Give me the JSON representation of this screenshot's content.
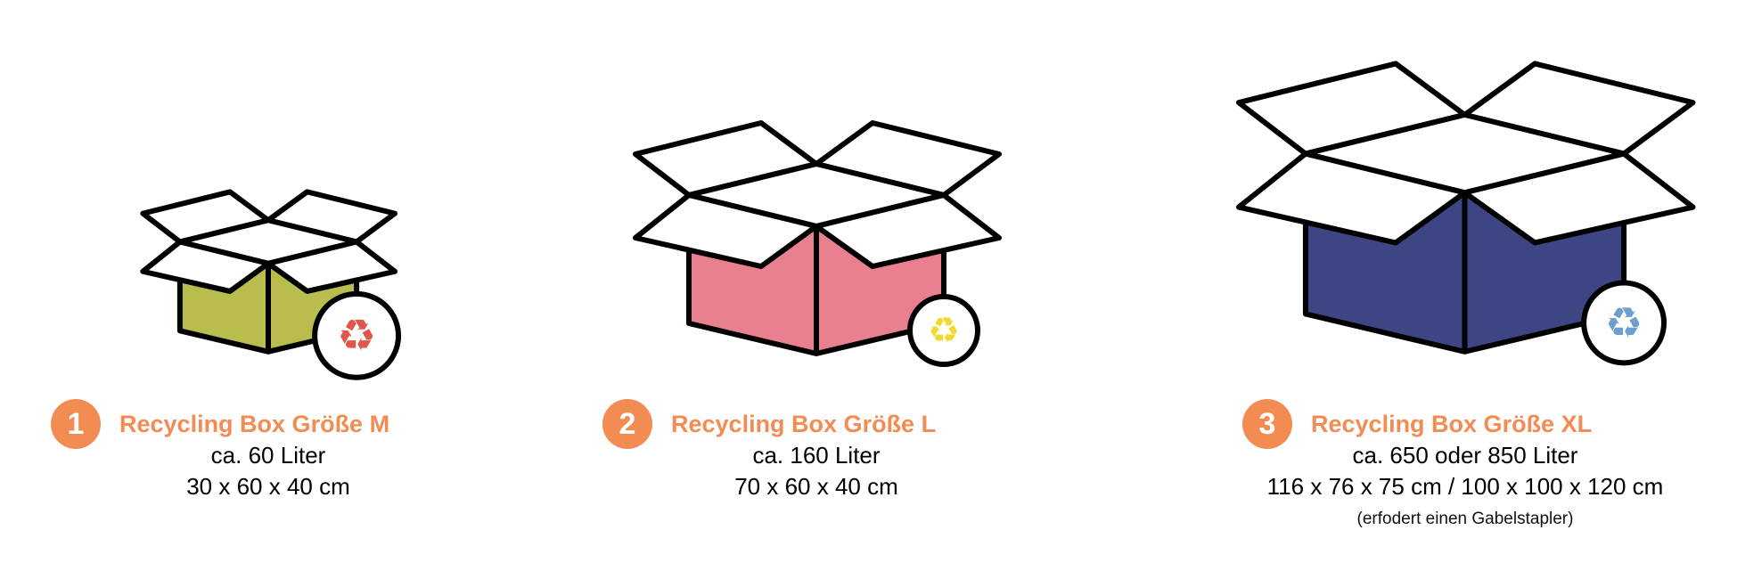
{
  "items": [
    {
      "number": "1",
      "title": "Recycling Box Größe M",
      "volume": "ca. 60 Liter",
      "dimensions": "30 x 60 x 40 cm",
      "box_color": "#B8BD4E",
      "recycle_color": "#E0574A",
      "icon": "recycle-icon"
    },
    {
      "number": "2",
      "title": "Recycling Box Größe L",
      "volume": "ca. 160 Liter",
      "dimensions": "70 x 60 x 40 cm",
      "box_color": "#E8808F",
      "recycle_color": "#F2D930",
      "icon": "recycle-icon"
    },
    {
      "number": "3",
      "title": "Recycling Box Größe XL",
      "volume": "ca. 650 oder 850 Liter",
      "dimensions": "116 x 76 x 75 cm / 100 x 100 x 120 cm",
      "note": "(erfodert einen Gabelstapler)",
      "box_color": "#3D4583",
      "recycle_color": "#6A9FCF",
      "icon": "recycle-icon"
    }
  ],
  "accent_color": "#F28C52"
}
